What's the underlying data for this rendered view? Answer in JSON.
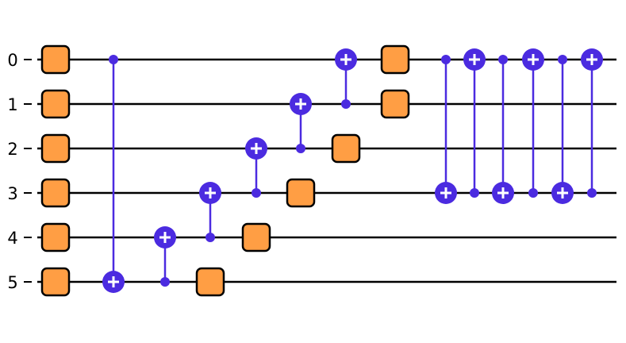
{
  "colors": {
    "wire": "#000000",
    "gate_fill": "#FF9E44",
    "gate_stroke": "#000000",
    "control": "#4B2BE0",
    "background": "#FFFFFF"
  },
  "qubits": [
    {
      "label": "0"
    },
    {
      "label": "1"
    },
    {
      "label": "2"
    },
    {
      "label": "3"
    },
    {
      "label": "4"
    },
    {
      "label": "5"
    }
  ],
  "operations": [
    {
      "type": "gate",
      "qubit": 0,
      "step": 0
    },
    {
      "type": "gate",
      "qubit": 1,
      "step": 0
    },
    {
      "type": "gate",
      "qubit": 2,
      "step": 0
    },
    {
      "type": "gate",
      "qubit": 3,
      "step": 0
    },
    {
      "type": "gate",
      "qubit": 4,
      "step": 0
    },
    {
      "type": "gate",
      "qubit": 5,
      "step": 0
    },
    {
      "type": "cnot",
      "control": 0,
      "target": 5,
      "step": 1
    },
    {
      "type": "cnot",
      "control": 5,
      "target": 4,
      "step": 2
    },
    {
      "type": "gate",
      "qubit": 5,
      "step": 3
    },
    {
      "type": "cnot",
      "control": 4,
      "target": 3,
      "step": 3
    },
    {
      "type": "gate",
      "qubit": 4,
      "step": 4
    },
    {
      "type": "cnot",
      "control": 3,
      "target": 2,
      "step": 4
    },
    {
      "type": "gate",
      "qubit": 3,
      "step": 5
    },
    {
      "type": "cnot",
      "control": 2,
      "target": 1,
      "step": 5
    },
    {
      "type": "gate",
      "qubit": 2,
      "step": 6
    },
    {
      "type": "cnot",
      "control": 1,
      "target": 0,
      "step": 6
    },
    {
      "type": "gate",
      "qubit": 0,
      "step": 7
    },
    {
      "type": "gate",
      "qubit": 1,
      "step": 7
    },
    {
      "type": "cnot",
      "control": 0,
      "target": 3,
      "step": 8
    },
    {
      "type": "cnot",
      "control": 3,
      "target": 0,
      "step": 9
    },
    {
      "type": "cnot",
      "control": 0,
      "target": 3,
      "step": 10
    },
    {
      "type": "cnot",
      "control": 3,
      "target": 0,
      "step": 11
    },
    {
      "type": "cnot",
      "control": 0,
      "target": 3,
      "step": 12
    },
    {
      "type": "cnot",
      "control": 3,
      "target": 0,
      "step": 13
    }
  ]
}
